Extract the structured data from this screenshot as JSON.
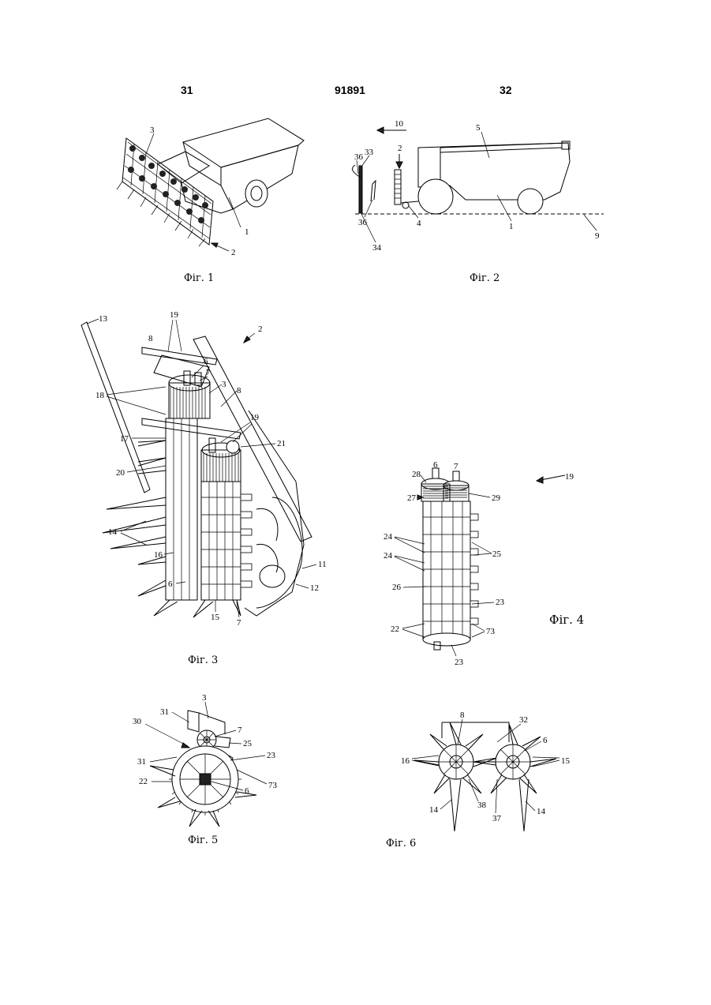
{
  "header": {
    "left_page": "31",
    "doc_number": "91891",
    "right_page": "32"
  },
  "figures": [
    {
      "caption": "Фіг. 1",
      "labels": [
        "3",
        "1",
        "2"
      ]
    },
    {
      "caption": "Фіг. 2",
      "labels": [
        "10",
        "5",
        "2",
        "36",
        "33",
        "36",
        "4",
        "1",
        "9",
        "34"
      ]
    },
    {
      "caption": "Фіг. 3",
      "labels": [
        "13",
        "19",
        "2",
        "8",
        "6",
        "7",
        "3",
        "8",
        "18",
        "19",
        "21",
        "17",
        "20",
        "14",
        "16",
        "6",
        "15",
        "7",
        "11",
        "12"
      ]
    },
    {
      "caption": "Фіг. 4",
      "labels": [
        "6",
        "7",
        "19",
        "28",
        "29",
        "27",
        "24",
        "25",
        "24",
        "26",
        "23",
        "22",
        "73",
        "23"
      ]
    },
    {
      "caption": "Фіг. 5",
      "labels": [
        "3",
        "31",
        "7",
        "30",
        "25",
        "31",
        "23",
        "22",
        "6",
        "73"
      ]
    },
    {
      "caption": "Фіг. 6",
      "labels": [
        "8",
        "32",
        "6",
        "16",
        "15",
        "38",
        "14",
        "37",
        "14"
      ]
    }
  ]
}
